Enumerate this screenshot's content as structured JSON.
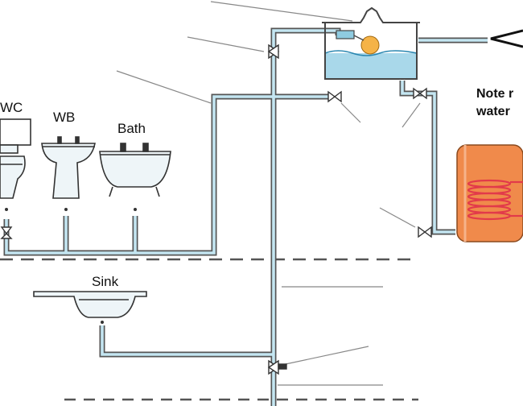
{
  "fixture_labels": {
    "wc": "WC",
    "wb": "WB",
    "bath": "Bath",
    "sink": "Sink"
  },
  "note": {
    "line1": "Note r",
    "line2": "water"
  },
  "colors": {
    "pipe_outline": "#555555",
    "pipe_fill": "#bfe3ef",
    "water": "#a9d8ea",
    "ball_float": "#f5b347",
    "cylinder": "#f08a4b",
    "coil": "#e23a4a",
    "leader_line": "#777777",
    "dashed_line": "#555555"
  }
}
